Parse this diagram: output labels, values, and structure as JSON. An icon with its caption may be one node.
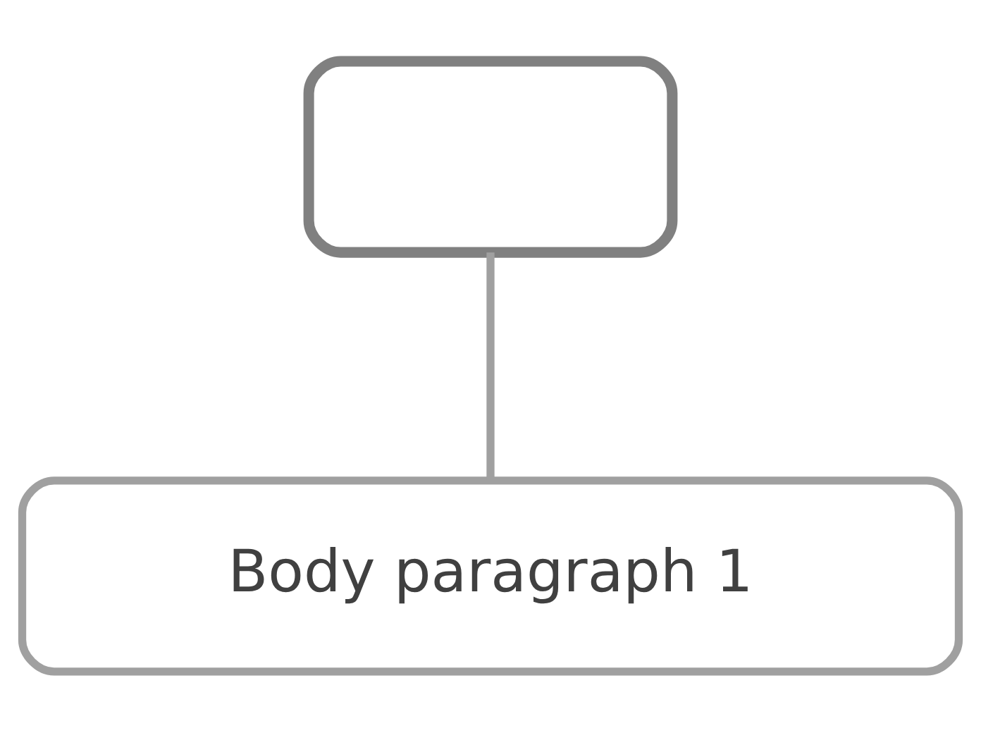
{
  "diagram": {
    "nodes": [
      {
        "text": [],
        "shape": "box"
      },
      {
        "text": [
          "Body paragraph 1"
        ]
      }
    ],
    "edges": [
      {
        "from": 0,
        "to": 1,
        "arrow": "none"
      }
    ]
  }
}
